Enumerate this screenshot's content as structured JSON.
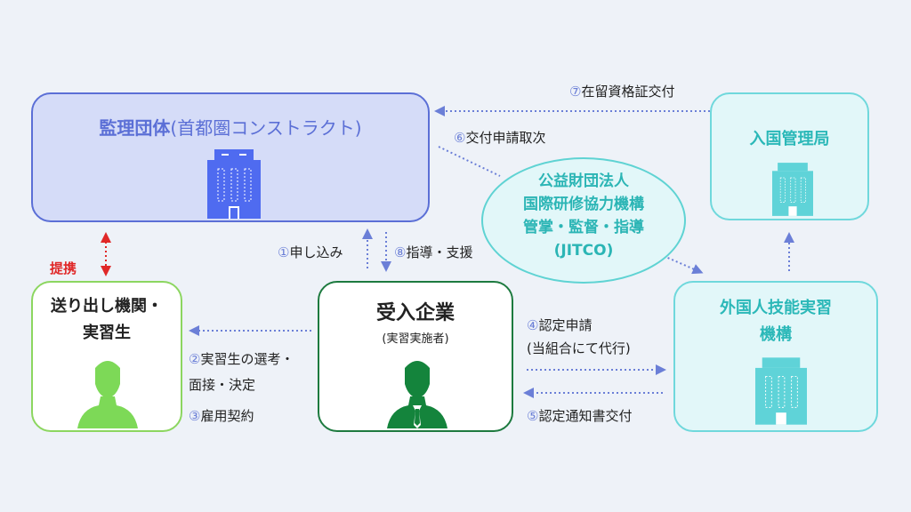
{
  "kanri": {
    "title": "監理団体",
    "subtitle": "(首都圏コンストラクト)"
  },
  "immigration": {
    "title": "入国管理局"
  },
  "jitco": {
    "lines": [
      "公益財団法人",
      "国際研修協力機構",
      "管掌・監督・指導",
      "(JITCO)"
    ]
  },
  "sending": {
    "title_line1": "送り出し機関・",
    "title_line2": "実習生"
  },
  "company": {
    "title": "受入企業",
    "subtitle": "(実習実施者)"
  },
  "otit": {
    "title_line1": "外国人技能実習",
    "title_line2": "機構"
  },
  "partnership": "提携",
  "steps": {
    "s1": {
      "num": "①",
      "text": "申し込み"
    },
    "s2a": {
      "num": "②",
      "text": "実習生の選考・"
    },
    "s2b": {
      "text": "面接・決定"
    },
    "s3": {
      "num": "③",
      "text": "雇用契約"
    },
    "s4a": {
      "num": "④",
      "text": "認定申請"
    },
    "s4b": {
      "text": "(当組合にて代行)"
    },
    "s5": {
      "num": "⑤",
      "text": "認定通知書交付"
    },
    "s6": {
      "num": "⑥",
      "text": "交付申請取次"
    },
    "s7": {
      "num": "⑦",
      "text": "在留資格証交付"
    },
    "s8": {
      "num": "⑧",
      "text": "指導・支援"
    }
  },
  "colors": {
    "background": "#eef2f8",
    "kanri": "#5b6fd6",
    "teal": "#2bb8b8",
    "green_light": "#7dd957",
    "green_dark": "#14843c",
    "arrow": "#6b7fd7",
    "red": "#e02828"
  }
}
